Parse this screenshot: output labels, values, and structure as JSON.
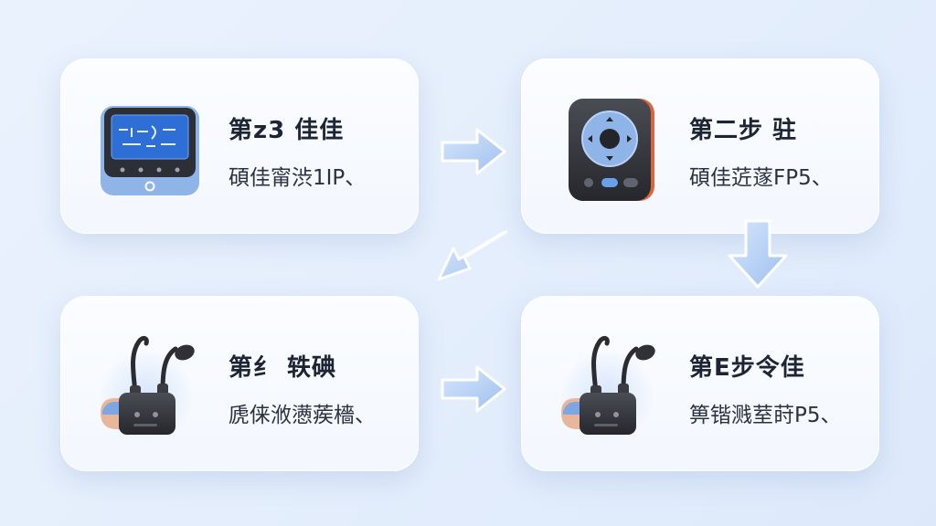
{
  "steps": [
    {
      "title": "第z3 佳佳",
      "description": "碩佳甯渋1IP、",
      "device_icon": "display-device-icon"
    },
    {
      "title": "第二步 驻",
      "description": "碩佳菦蓫FP5、",
      "device_icon": "controller-device-icon"
    },
    {
      "title": "第纟 轶碘",
      "description": "虒俫浟懑蒺檣、",
      "device_icon": "earphone-device-icon"
    },
    {
      "title": "第E步令佳",
      "description": "箅锴溅荎莳P5、",
      "device_icon": "earphone-device-icon"
    }
  ],
  "arrows": [
    "arrow-right-icon",
    "arrow-down-icon",
    "arrow-down-left-icon",
    "arrow-right-icon"
  ],
  "colors": {
    "background": "#e4eefc",
    "card": "#f8fbff",
    "arrow": "#a9c8f4",
    "device_blue": "#8fb4e8",
    "device_dark": "#2f3136",
    "title_text": "#1d2433"
  }
}
